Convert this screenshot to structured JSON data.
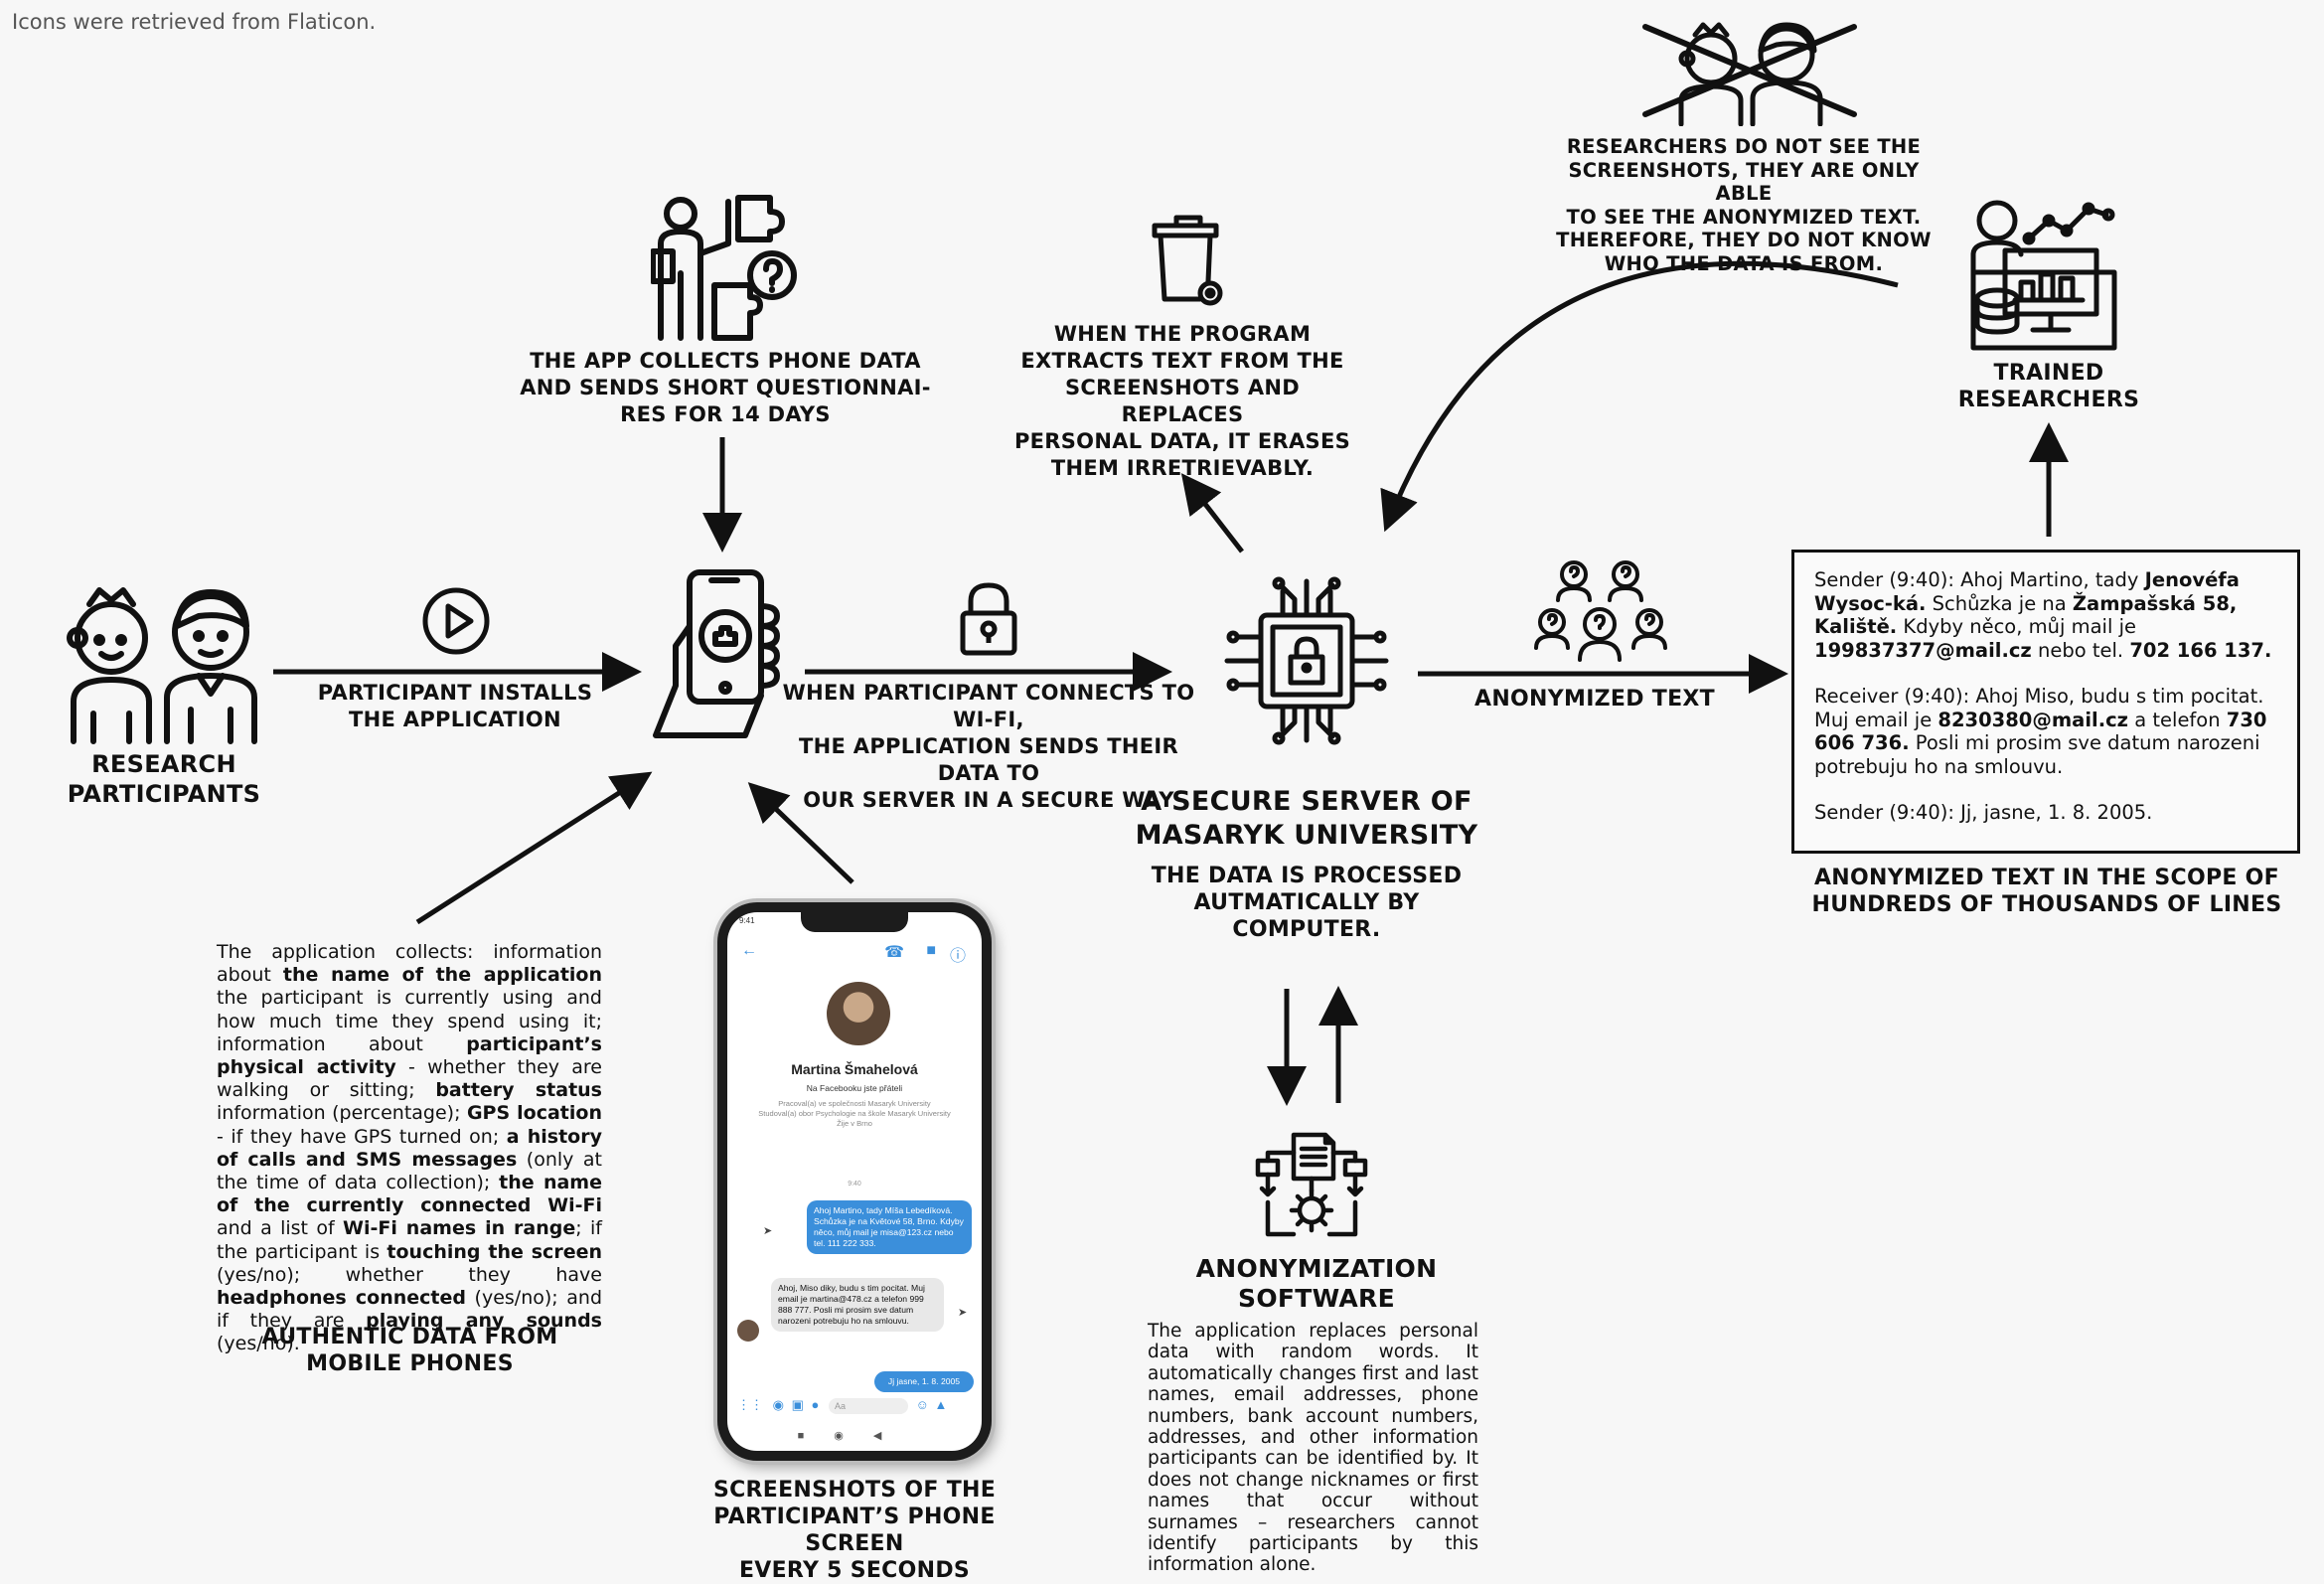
{
  "credit": "Icons were retrieved from Flaticon.",
  "participants": {
    "label_line1": "RESEARCH",
    "label_line2": "PARTICIPANTS"
  },
  "install": {
    "line1": "PARTICIPANT INSTALLS",
    "line2": "THE APPLICATION"
  },
  "app_collects": {
    "line1": "THE APP COLLECTS PHONE DATA",
    "line2": "AND SENDS SHORT QUESTIONNAI-",
    "line3": "RES FOR 14 DAYS"
  },
  "wifi": {
    "line1": "WHEN PARTICIPANT CONNECTS TO WI-FI,",
    "line2": "THE APPLICATION SENDS THEIR DATA TO",
    "line3": "OUR SERVER IN A SECURE WAY"
  },
  "erase": {
    "line1": "WHEN THE PROGRAM",
    "line2": "EXTRACTS TEXT FROM THE",
    "line3": "SCREENSHOTS AND REPLACES",
    "line4": "PERSONAL DATA, IT ERASES",
    "line5": "THEM IRRETRIEVABLY."
  },
  "server": {
    "title_line1": "A SECURE SERVER OF",
    "title_line2": "MASARYK UNIVERSITY",
    "sub_line1": "THE DATA IS PROCESSED",
    "sub_line2": "AUTMATICALLY BY",
    "sub_line3": "COMPUTER."
  },
  "anonymized_text_label": "ANONYMIZED TEXT",
  "researchers_note": {
    "line1": "RESEARCHERS DO NOT SEE THE",
    "line2": "SCREENSHOTS, THEY ARE ONLY ABLE",
    "line3": "TO SEE THE ANONYMIZED TEXT.",
    "line4": "THEREFORE, THEY DO NOT KNOW",
    "line5": "WHO THE DATA IS FROM."
  },
  "trained": {
    "line1": "TRAINED",
    "line2": "RESEARCHERS"
  },
  "anon_box": {
    "m1_prefix": "Sender (9:40): Ahoj Martino, tady ",
    "m1_name": "Jenovéfa Wysoc-ká.",
    "m1_mid": " Schůzka je na ",
    "m1_addr": "Žampašská 58, Kaliště.",
    "m1_mid2": " Kdyby něco, můj mail je ",
    "m1_mail": "199837377@mail.cz",
    "m1_mid3": " nebo tel. ",
    "m1_tel": "702 166 137.",
    "m2_prefix": "Receiver (9:40): Ahoj Miso, budu s tim pocitat. Muj email je ",
    "m2_mail": "8230380@mail.cz",
    "m2_mid": " a telefon ",
    "m2_tel": "730 606 736.",
    "m2_suffix": " Posli mi prosim sve datum narozeni potrebuju ho na smlouvu.",
    "m3": "Sender (9:40): Jj, jasne, 1. 8. 2005."
  },
  "anon_scope": {
    "line1": "ANONYMIZED TEXT IN THE SCOPE OF",
    "line2": "HUNDREDS OF THOUSANDS OF LINES"
  },
  "collects_text": {
    "t1": "The application collects: information about ",
    "b1": "the name of the application",
    "t2": " the participant is currently using and how much time they spend using it; information about ",
    "b2": "participant’s physical activity",
    "t3": " - whether they are walking or sitting; ",
    "b3": "battery status",
    "t4": " information (percentage); ",
    "b4": "GPS location",
    "t5": " - if they have GPS turned on; ",
    "b5": "a history of calls and SMS messages",
    "t6": " (only at the time of data collection); ",
    "b6": "the name of the currently connected Wi-Fi",
    "t7": " and a list of ",
    "b7": "Wi-Fi names in range",
    "t8": "; if the participant is ",
    "b8": "touching the screen",
    "t9": " (yes/no); whether they have ",
    "b9": "headphones connected",
    "t10": " (yes/no); and if they are ",
    "b10": "playing any sounds",
    "t11": " (yes/no)."
  },
  "authentic": {
    "line1": "AUTHENTIC DATA FROM",
    "line2": "MOBILE PHONES"
  },
  "screenshots": {
    "line1": "SCREENSHOTS OF THE",
    "line2": "PARTICIPANT’S PHONE SCREEN",
    "line3": "EVERY 5 SECONDS"
  },
  "software": {
    "title_line1": "ANONYMIZATION",
    "title_line2": "SOFTWARE",
    "desc": "The application replaces personal data with random words. It automatically changes first and last names, email addresses, phone numbers, bank account numbers, addresses, and other information participants can be identified by. It does not change nicknames or first names that occur without surnames – researchers cannot identify participants by this information alone."
  },
  "phone": {
    "status": "9:41",
    "name": "Martina Šmahelová",
    "friends": "Na Facebooku jste přáteli",
    "info1": "Pracoval(a) ve společnosti Masaryk University",
    "info2": "Studoval(a) obor Psychologie na škole Masaryk University",
    "info3": "Žije v Brno",
    "time": "9:40",
    "msg1": "Ahoj Martino, tady Míša Lebedíková. Schůzka je na Květové 58, Brno. Kdyby něco, můj mail je misa@123.cz nebo tel. 111 222 333.",
    "msg2": "Ahoj, Miso diky, budu s tim pocitat. Muj email je martina@478.cz a telefon 999 888 777. Posli mi prosim sve datum narozeni potrebuju ho na smlouvu.",
    "msg3": "Jj jasne, 1. 8. 2005",
    "input_placeholder": "Aa"
  },
  "icons": [
    "children-icon",
    "play-icon",
    "hand-phone-icon",
    "puzzle-person-icon",
    "trash-icon",
    "lock-icon",
    "chip-lock-icon",
    "people-question-icon",
    "crossed-children-icon",
    "researcher-dashboard-icon",
    "software-gear-icon"
  ]
}
